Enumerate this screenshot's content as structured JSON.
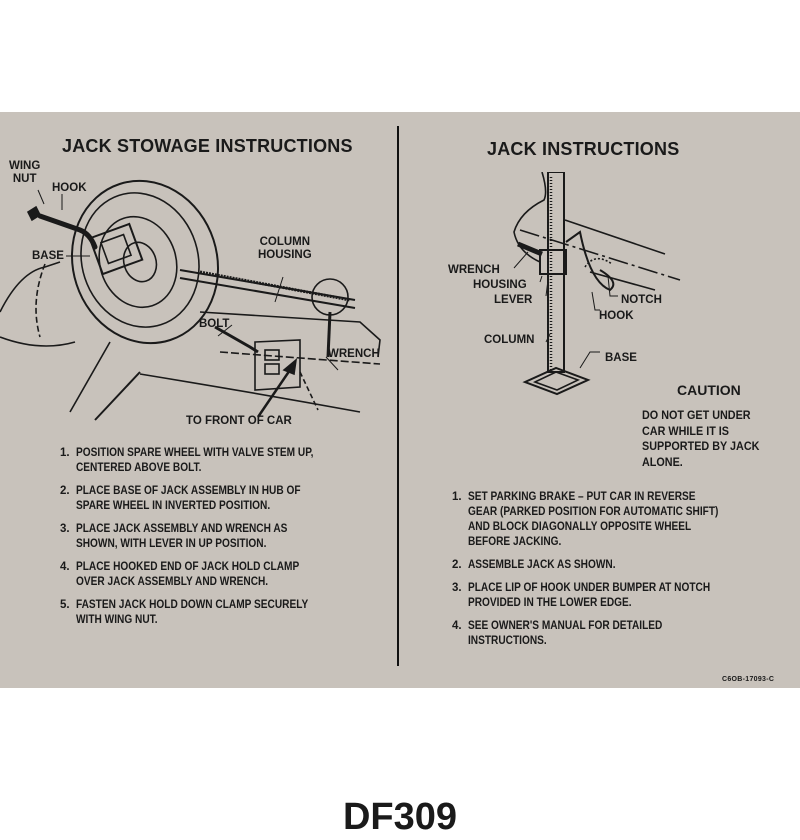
{
  "left_panel": {
    "title": "JACK STOWAGE INSTRUCTIONS",
    "labels": {
      "wing_nut": "WING\nNUT",
      "hook": "HOOK",
      "base": "BASE",
      "column_housing": "COLUMN\nHOUSING",
      "bolt": "BOLT",
      "wrench": "WRENCH",
      "front_of_car": "TO FRONT OF CAR"
    },
    "steps": [
      {
        "num": "1.",
        "text": "POSITION SPARE WHEEL WITH VALVE STEM UP,\nCENTERED ABOVE BOLT."
      },
      {
        "num": "2.",
        "text": "PLACE BASE OF JACK ASSEMBLY IN HUB OF\nSPARE WHEEL IN INVERTED POSITION."
      },
      {
        "num": "3.",
        "text": "PLACE JACK ASSEMBLY AND WRENCH AS\nSHOWN, WITH LEVER IN UP POSITION."
      },
      {
        "num": "4.",
        "text": "PLACE HOOKED END OF JACK HOLD CLAMP\nOVER JACK ASSEMBLY AND WRENCH."
      },
      {
        "num": "5.",
        "text": "FASTEN JACK HOLD DOWN CLAMP SECURELY\nWITH WING NUT."
      }
    ]
  },
  "right_panel": {
    "title": "JACK INSTRUCTIONS",
    "labels": {
      "wrench": "WRENCH",
      "housing": "HOUSING",
      "lever": "LEVER",
      "notch": "NOTCH",
      "hook": "HOOK",
      "column": "COLUMN",
      "base": "BASE"
    },
    "caution": {
      "heading": "CAUTION",
      "body": "DO NOT GET UNDER\nCAR WHILE IT IS\nSUPPORTED BY JACK\nALONE."
    },
    "steps": [
      {
        "num": "1.",
        "text": "SET PARKING BRAKE – PUT CAR IN REVERSE\nGEAR (PARKED POSITION FOR AUTOMATIC SHIFT)\nAND BLOCK DIAGONALLY OPPOSITE WHEEL\nBEFORE JACKING."
      },
      {
        "num": "2.",
        "text": "ASSEMBLE JACK AS SHOWN."
      },
      {
        "num": "3.",
        "text": "PLACE LIP OF HOOK UNDER BUMPER AT NOTCH\nPROVIDED IN THE LOWER EDGE."
      },
      {
        "num": "4.",
        "text": "SEE OWNER'S MANUAL FOR DETAILED\nINSTRUCTIONS."
      }
    ],
    "part_number": "C6OB-17093-C"
  },
  "product_code": "DF309",
  "colors": {
    "decal_background": "#c8c2bb",
    "ink": "#1a1a1a",
    "page_background": "#ffffff"
  }
}
